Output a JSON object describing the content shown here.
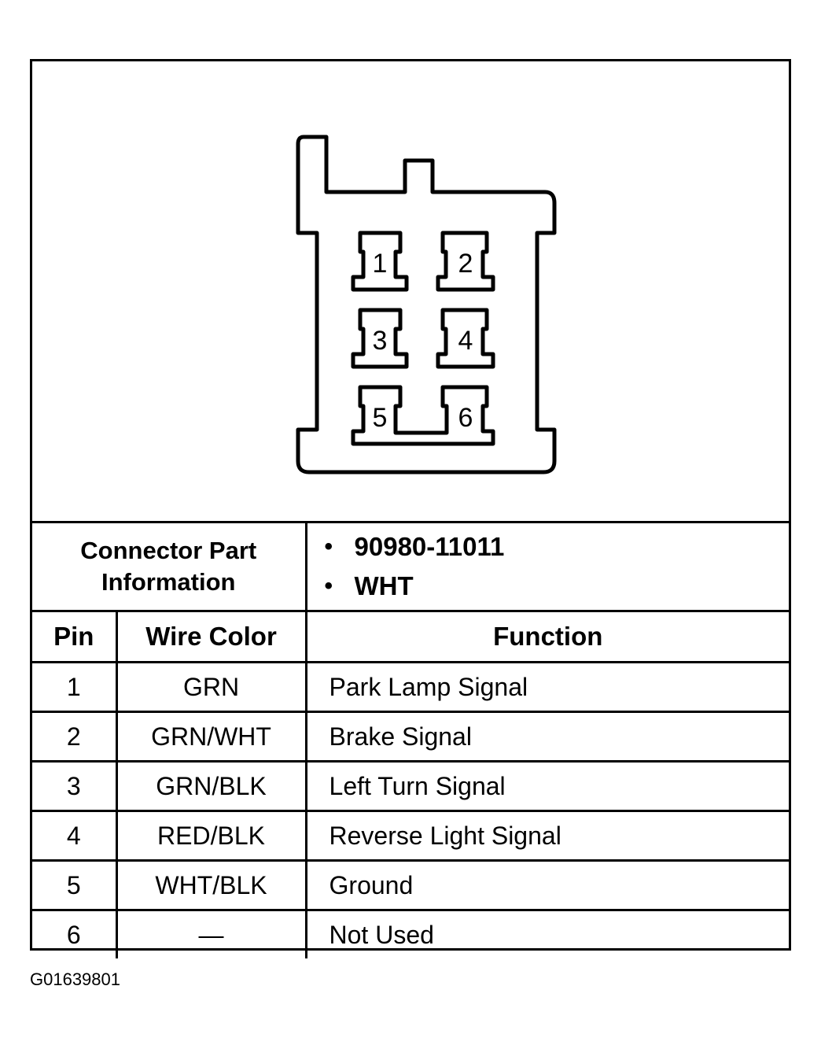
{
  "connector": {
    "pins": [
      "1",
      "2",
      "3",
      "4",
      "5",
      "6"
    ]
  },
  "part_info": {
    "label_line1": "Connector Part",
    "label_line2": "Information",
    "part_number": "90980-11011",
    "color": "WHT"
  },
  "table": {
    "headers": [
      "Pin",
      "Wire Color",
      "Function"
    ],
    "rows": [
      {
        "pin": "1",
        "wire": "GRN",
        "function": "Park Lamp Signal"
      },
      {
        "pin": "2",
        "wire": "GRN/WHT",
        "function": "Brake Signal"
      },
      {
        "pin": "3",
        "wire": "GRN/BLK",
        "function": "Left Turn Signal"
      },
      {
        "pin": "4",
        "wire": "RED/BLK",
        "function": "Reverse Light Signal"
      },
      {
        "pin": "5",
        "wire": "WHT/BLK",
        "function": "Ground"
      },
      {
        "pin": "6",
        "wire": "—",
        "function": "Not Used"
      }
    ]
  },
  "figure_code": "G01639801"
}
